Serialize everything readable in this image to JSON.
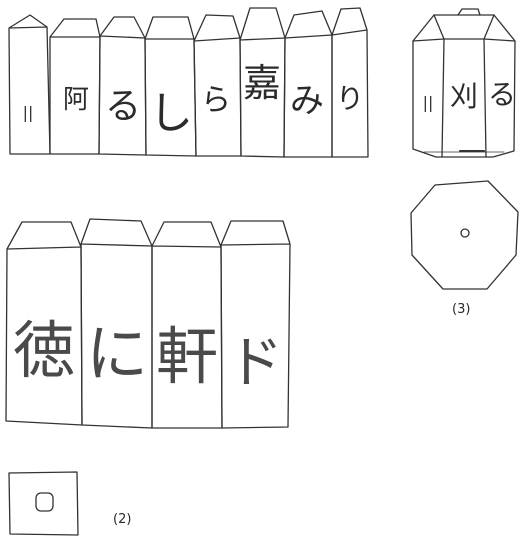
{
  "figure": {
    "stroke_color": "#333333",
    "glyph_color": "#2b2b2b",
    "labels": {
      "fig2": "(2)",
      "fig3": "(3)"
    },
    "row1_glyphs": [
      "||",
      "阿",
      "る",
      "し",
      "ら",
      "嘉",
      "み",
      "り"
    ],
    "row2_glyphs": [
      "徳",
      "に",
      "軒",
      "ド"
    ],
    "octagon_glyphs": [
      "||",
      "刈",
      "る"
    ]
  }
}
